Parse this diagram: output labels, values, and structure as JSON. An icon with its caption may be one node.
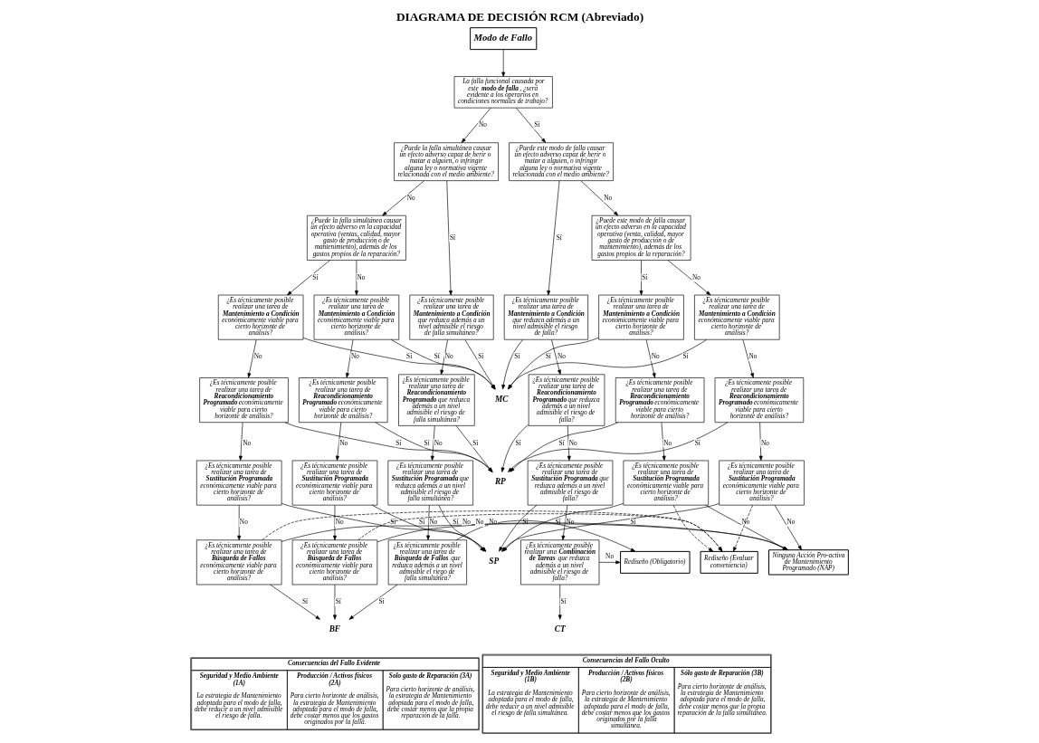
{
  "diagram": {
    "title": "DIAGRAMA DE DECISIÓN RCM (Abreviado)",
    "nodes": [
      {
        "text": [
          "Modo de Fallo"
        ]
      },
      {
        "text": [
          "La falla funcional causada por este **modo de falla**, ¿será evidente a los operarios en condiciones normales de trabajo?"
        ]
      },
      {
        "text": [
          "¿Puede este modo de falla causar un efecto adverso capaz de herir o matar a alguien, o infringir alguna ley o normativa vigente relacionada con el medio ambiente?"
        ]
      },
      {
        "text": [
          "¿Puede este modo de falla causar un efecto adverso en la capacidad operativa (venta, calidad, mayor gasto de producción o de mantenimiento), además de los gastos propios de la reparación?"
        ]
      },
      {
        "text": [
          "¿Puede la falla simultánea causar un efecto adverso capaz de herir o matar a alguien, o infringir alguna ley o normativa vigente relacionada con el medio ambiente?"
        ]
      },
      {
        "text": [
          "¿Puede la falla simultánea causar un efecto adverso en la capacidad operativa (ventas, calidad, mayor gasto de producción o de mantenimiento), además de los gastos propios de la reparación?"
        ]
      },
      {
        "text": [
          "¿Es técnicamente posible realizar una tarea de **Mantenimiento a Condición** que reduzca además a un nivel admisible el riesgo de falla?"
        ]
      },
      {
        "text": [
          "¿Es técnicamente posible realizar una tarea de **Mantenimiento a Condición** económicamente viable para cierto horizonte de análisis?"
        ]
      },
      {
        "text": [
          "¿Es técnicamente posible realizar una tarea de **Mantenimiento a Condición** económicamente viable para cierto horizonte de análisis?"
        ]
      },
      {
        "text": [
          "¿Es técnicamente posible realizar una tarea de **Mantenimiento a Condición** que reduzca además a un nivel admisible el riesgo de falla simultánea?"
        ]
      },
      {
        "text": [
          "¿Es técnicamente posible realizar una tarea de **Mantenimiento a Condición** económicamente viable para cierto horizonte de análisis?"
        ]
      },
      {
        "text": [
          "¿Es técnicamente posible realizar una tarea de **Mantenimiento a Condición** económicamente viable para cierto horizonte de análisis?"
        ]
      },
      {
        "text": [
          "¿Es técnicamente posible realizar una tarea de **Reacondicionamiento Programado** que reduzca además a un nivel admisible el riesgo de falla?"
        ]
      },
      {
        "text": [
          "¿Es técnicamente posible realizar una tarea de **Reacondicionamiento Programado** económicamente viable para cierto horizonte de análisis?"
        ]
      },
      {
        "text": [
          "¿Es técnicamente posible realizar una tarea de **Reacondicionamiento Programado** económicamente viable para cierto horizonte de análisis?"
        ]
      },
      {
        "text": [
          "¿Es técnicamente posible realizar una tarea de **Reacondicionamiento Programado** que reduzca además a un nivel admisible el riesgo de falla simultánea?"
        ]
      },
      {
        "text": [
          "¿Es técnicamente posible realizar una tarea de **Reacondicionamiento Programado** económicamente viable para cierto horizonte de análisis?"
        ]
      },
      {
        "text": [
          "¿Es técnicamente posible realizar una tarea de **Reacondicionamiento Programado** económicamente viable para cierto horizonte de análisis?"
        ]
      },
      {
        "text": [
          "¿Es técnicamente posible realizar una tarea de **Sustitución Programada** que reduzca además a un nivel admisible el riesgo de falla?"
        ]
      },
      {
        "text": [
          "¿Es técnicamente posible realizar una tarea de **Sustitución Programada** económicamente viable para cierto horizonte de análisis?"
        ]
      },
      {
        "text": [
          "¿Es técnicamente posible realizar una tarea de **Sustitución Programada** económicamente viable para cierto horizonte de análisis?"
        ]
      },
      {
        "text": [
          "¿Es técnicamente posible realizar una tarea de **Sustitución Programada** que reduzca además a un nivel admisible el riesgo de falla simultánea?"
        ]
      },
      {
        "text": [
          "¿Es técnicamente posible realizar una tarea de **Sustitución Programada** económicamente viable para cierto horizonte de análisis?"
        ]
      },
      {
        "text": [
          "¿Es técnicamente posible realizar una tarea de **Sustitución Programada** económicamente viable para cierto horizonte de análisis?"
        ]
      },
      {
        "text": [
          "¿Es técnicamente posible realizar una **Combinación de Tareas** que reduzca además a un nivel admisible el riesgo de falla?"
        ]
      },
      {
        "text": [
          "Rediseño (Evaluar conveniencia)"
        ]
      },
      {
        "text": [
          "Ninguna Acción Pro-activa de Mantenimiento Programado (NAP)"
        ]
      },
      {
        "text": [
          "Rediseño (Obligatorio)"
        ]
      },
      {
        "text": [
          "¿Es técnicamente posible realizar una tarea de **Búsqueda de Fallos** que reduzca además a un nivel admisible el riego de falla simultánea?"
        ]
      },
      {
        "text": [
          "¿Es técnicamente posible realizar una tarea de **Búsqueda de Fallos** económicamente viable para cierto horizonte de análisis?"
        ]
      },
      {
        "text": [
          "¿Es técnicamente posible realizar una tarea de **Búsqueda de Fallos** económicamente viable para cierto horizonte de análisis?"
        ]
      },
      {
        "text": [
          "MC"
        ]
      },
      {
        "text": [
          "RP"
        ]
      },
      {
        "text": [
          "SP"
        ]
      },
      {
        "text": [
          "CT"
        ]
      },
      {
        "text": [
          "BF"
        ]
      },
      {
        "text": [
          "Consecuencias del Fallo Evidente",
          "Seguridad y Medio Ambiente (1A)",
          "La estrategia de Mantenimiento adoptada para el modo de falla, debe reducir a un nivel admisible el riesgo de falla.",
          "Producción / Activos físicos (2A)",
          "Para cierto horizonte de análisis, la estrategia de Mantenimiento adoptada para el modo de falla, debe costar menos que los gastos originados por la falla.",
          "Solo gasto de Reparación (3A)",
          "Para cierto horizonte de análisis, la estrategia de Mantenimiento adoptada para el modo de falla, debe costar menos que la propia reparación de la falla."
        ]
      },
      {
        "text": [
          "Consecuencias del Fallo Oculto",
          "Seguridad y Medio Ambiente (1B)",
          "La estrategia de Mantenimiento adoptada para el modo de falla, debe reducir a un nivel admisible el riesgo de falla simultánea.",
          "Producción / Activos físicos (2B)",
          "Para cierto horizonte de análisis, la estrategia de Mantenimiento adoptada para el modo de falla, debe costar menos que los gastos originados por la falla simultánea.",
          "Sólo gasto de Reparación (3B)",
          "Para cierto horizonte de análisis, la estrategia de Mantenimiento adoptada para el modo de falla, debe costar menos que la propia reparación de la falla simultánea."
        ]
      }
    ],
    "edges": [
      {
        "from": 0,
        "to": 1,
        "arrow": "to"
      },
      {
        "from": 1,
        "to": 2,
        "arrow": "to",
        "label": "Sí"
      },
      {
        "from": 1,
        "to": 4,
        "arrow": "to",
        "label": "No"
      },
      {
        "from": 2,
        "to": 6,
        "arrow": "to",
        "label": "Sí"
      },
      {
        "from": 2,
        "to": 3,
        "arrow": "to",
        "label": "No"
      },
      {
        "from": 3,
        "to": 7,
        "arrow": "to",
        "label": "Sí"
      },
      {
        "from": 3,
        "to": 8,
        "arrow": "to",
        "label": "No"
      },
      {
        "from": 4,
        "to": 9,
        "arrow": "to",
        "label": "Sí"
      },
      {
        "from": 4,
        "to": 5,
        "arrow": "to",
        "label": "No"
      },
      {
        "from": 5,
        "to": 10,
        "arrow": "to",
        "label": "Sí"
      },
      {
        "from": 5,
        "to": 11,
        "arrow": "to",
        "label": "No"
      },
      {
        "from": 6,
        "to": 31,
        "arrow": "to",
        "label": "Sí"
      },
      {
        "from": 6,
        "to": 12,
        "arrow": "to",
        "label": "No"
      },
      {
        "from": 7,
        "to": 31,
        "arrow": "to",
        "label": "Sí"
      },
      {
        "from": 7,
        "to": 13,
        "arrow": "to",
        "label": "No"
      },
      {
        "from": 8,
        "to": 31,
        "arrow": "to",
        "label": "Sí"
      },
      {
        "from": 8,
        "to": 14,
        "arrow": "to",
        "label": "No"
      },
      {
        "from": 9,
        "to": 31,
        "arrow": "to",
        "label": "Sí"
      },
      {
        "from": 9,
        "to": 15,
        "arrow": "to",
        "label": "No"
      },
      {
        "from": 10,
        "to": 31,
        "arrow": "to",
        "label": "Sí"
      },
      {
        "from": 10,
        "to": 16,
        "arrow": "to",
        "label": "No"
      },
      {
        "from": 11,
        "to": 31,
        "arrow": "to",
        "label": "Sí"
      },
      {
        "from": 11,
        "to": 17,
        "arrow": "to",
        "label": "No"
      },
      {
        "from": 12,
        "to": 32,
        "arrow": "to",
        "label": "Sí"
      },
      {
        "from": 12,
        "to": 18,
        "arrow": "to",
        "label": "No"
      },
      {
        "from": 13,
        "to": 32,
        "arrow": "to",
        "label": "Sí"
      },
      {
        "from": 13,
        "to": 19,
        "arrow": "to",
        "label": "No"
      },
      {
        "from": 14,
        "to": 32,
        "arrow": "to",
        "label": "Sí"
      },
      {
        "from": 14,
        "to": 20,
        "arrow": "to",
        "label": "No"
      },
      {
        "from": 15,
        "to": 32,
        "arrow": "to",
        "label": "Sí"
      },
      {
        "from": 15,
        "to": 21,
        "arrow": "to",
        "label": "No"
      },
      {
        "from": 16,
        "to": 32,
        "arrow": "to",
        "label": "Sí"
      },
      {
        "from": 16,
        "to": 22,
        "arrow": "to",
        "label": "No"
      },
      {
        "from": 17,
        "to": 32,
        "arrow": "to",
        "label": "Sí"
      },
      {
        "from": 17,
        "to": 23,
        "arrow": "to",
        "label": "No"
      },
      {
        "from": 18,
        "to": 33,
        "arrow": "to",
        "label": "Sí"
      },
      {
        "from": 18,
        "to": 24,
        "arrow": "to",
        "label": "No"
      },
      {
        "from": 19,
        "to": 33,
        "arrow": "to",
        "label": "Sí"
      },
      {
        "from": 19,
        "to": 26,
        "arrow": "to",
        "label": "No"
      },
      {
        "from": 19,
        "to": 25,
        "arrow": "to",
        "style": "dashed"
      },
      {
        "from": 20,
        "to": 33,
        "arrow": "to",
        "label": "Sí"
      },
      {
        "from": 20,
        "to": 26,
        "arrow": "to",
        "label": "No"
      },
      {
        "from": 20,
        "to": 25,
        "arrow": "to",
        "style": "dashed"
      },
      {
        "from": 21,
        "to": 33,
        "arrow": "to",
        "label": "Sí"
      },
      {
        "from": 21,
        "to": 28,
        "arrow": "to",
        "label": "No"
      },
      {
        "from": 22,
        "to": 33,
        "arrow": "to",
        "label": "Sí"
      },
      {
        "from": 22,
        "to": 29,
        "arrow": "to",
        "label": "No"
      },
      {
        "from": 23,
        "to": 33,
        "arrow": "to",
        "label": "Sí"
      },
      {
        "from": 23,
        "to": 30,
        "arrow": "to",
        "label": "No"
      },
      {
        "from": 24,
        "to": 34,
        "arrow": "to",
        "label": "Sí"
      },
      {
        "from": 24,
        "to": 27,
        "arrow": "to",
        "label": "No"
      },
      {
        "from": 28,
        "to": 35,
        "arrow": "to",
        "label": "Sí"
      },
      {
        "from": 28,
        "to": 27,
        "arrow": "to",
        "label": "No"
      },
      {
        "from": 29,
        "to": 35,
        "arrow": "to",
        "label": "Sí"
      },
      {
        "from": 29,
        "to": 26,
        "arrow": "to",
        "label": "No"
      },
      {
        "from": 29,
        "to": 25,
        "arrow": "to",
        "style": "dashed"
      },
      {
        "from": 30,
        "to": 35,
        "arrow": "to",
        "label": "Sí"
      },
      {
        "from": 30,
        "to": 26,
        "arrow": "to",
        "label": "No"
      },
      {
        "from": 30,
        "to": 25,
        "arrow": "to",
        "style": "dashed"
      }
    ]
  }
}
